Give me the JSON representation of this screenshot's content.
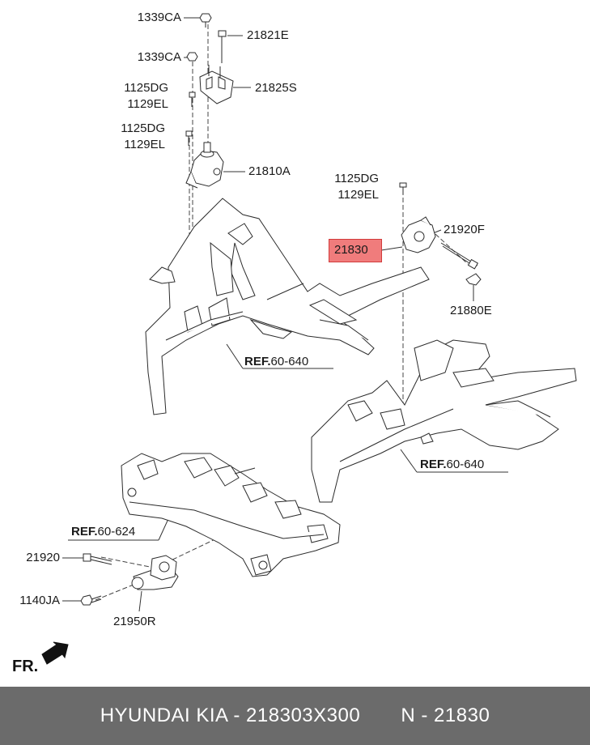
{
  "labels": {
    "p1339ca_a": "1339CA",
    "p21821e": "21821E",
    "p1339ca_b": "1339CA",
    "p1125dg_a": "1125DG",
    "p1129el_a": "1129EL",
    "p21825s": "21825S",
    "p1125dg_b": "1125DG",
    "p1129el_b": "1129EL",
    "p21810a": "21810A",
    "p1125dg_c": "1125DG",
    "p1129el_c": "1129EL",
    "p21920f": "21920F",
    "p21830": "21830",
    "p21880e": "21880E",
    "ref1_bold": "REF.",
    "ref1_num": "60-640",
    "ref2_bold": "REF.",
    "ref2_num": "60-640",
    "ref3_bold": "REF.",
    "ref3_num": "60-624",
    "p21920": "21920",
    "p1140ja": "1140JA",
    "p21950r": "21950R",
    "fr": "FR."
  },
  "highlight": {
    "part": "21830",
    "color": "#f07c7c"
  },
  "footer": {
    "brand": "HYUNDAI  KIA - 218303X300",
    "number": "N - 21830"
  }
}
